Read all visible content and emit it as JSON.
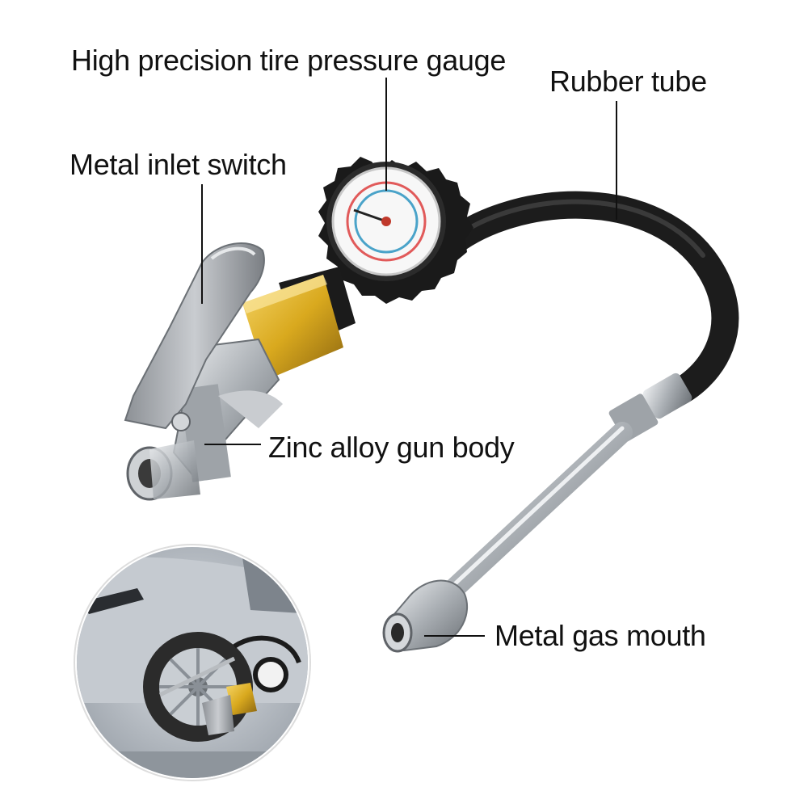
{
  "labels": {
    "gauge": "High precision tire pressure gauge",
    "tube": "Rubber tube",
    "switch": "Metal inlet switch",
    "body": "Zinc alloy gun body",
    "mouth": "Metal gas mouth"
  },
  "colors": {
    "text": "#111111",
    "brass": "#d9a91e",
    "rubber": "#1c1c1c",
    "steel": "#b8bcc0"
  }
}
